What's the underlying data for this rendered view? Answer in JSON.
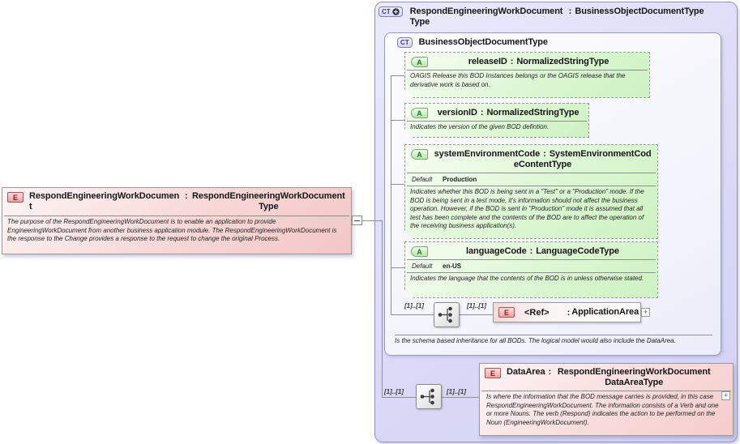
{
  "labels": {
    "colon": ":"
  },
  "root_element": {
    "badge": "E",
    "name": "RespondEngineeringWorkDocument",
    "type": "RespondEngineeringWorkDocumentType",
    "annotation": "The purpose of the RespondEngineeringWorkDocument is to enable an application to provide EngineeringWorkDocument from another business application module. The RespondEngineeringWorkDocument  is the response to the Change provides a response to the request to change the original Process."
  },
  "type_box": {
    "badge": "CT",
    "name": "RespondEngineeringWorkDocumentType",
    "type": "BusinessObjectDocumentType",
    "base": {
      "badge": "CT",
      "title": "BusinessObjectDocumentType",
      "attributes": [
        {
          "badge": "A",
          "name": "releaseID",
          "type": "NormalizedStringType",
          "annotation": "OAGIS Release this BOD Instances belongs or the OAGIS release that the derivative work is based on."
        },
        {
          "badge": "A",
          "name": "versionID",
          "type": "NormalizedStringType",
          "annotation": "Indicates the version of the given BOD defintion."
        },
        {
          "badge": "A",
          "name": "systemEnvironmentCode",
          "type": "SystemEnvironmentCodeContentType",
          "default_label": "Default",
          "default_value": "Production",
          "annotation": "Indicates whether this BOD is being sent in a \"Test\" or a \"Production\" mode. If the BOD is being sent in a test mode, it's information should not affect the business operation. However, if the BOD is sent in \"Production\" mode it is assumed that all test has been complete and the contents of the BOD are to affect the operation of the receiving business application(s)."
        },
        {
          "badge": "A",
          "name": "languageCode",
          "type": "LanguageCodeType",
          "default_label": "Default",
          "default_value": "en-US",
          "annotation": "Indicates the language that the contents of the BOD is in unless otherwise stated."
        }
      ],
      "sequence1": {
        "left_cardinality": "[1]..[1]",
        "right_cardinality": "[1]..[1]"
      },
      "application_area": {
        "badge": "E",
        "ref": "<Ref>",
        "type": "ApplicationArea",
        "expand": "+"
      },
      "annotation": "Is the schema based inheritance for all BODs. The logical model would also include the DataArea."
    },
    "sequence2": {
      "left_cardinality": "[1]..[1]",
      "right_cardinality": "[1]..[1]"
    },
    "data_area": {
      "badge": "E",
      "name": "DataArea",
      "type": "RespondEngineeringWorkDocumentDataAreaType",
      "expand": "+",
      "annotation": "Is where the information that the BOD message carries is provided, in this case RespondEngineeringWorkDocument. The information consists of a Verb and one or more Nouns. The verb (Respond) indicates the action to be performed on the Noun (EngineeringWorkDocument)."
    }
  },
  "colors": {
    "element_fill": "#f5caca",
    "attribute_fill": "#d5f5cb",
    "complextype_fill": "#dcdcf7",
    "connector": "#8f8f8f"
  }
}
